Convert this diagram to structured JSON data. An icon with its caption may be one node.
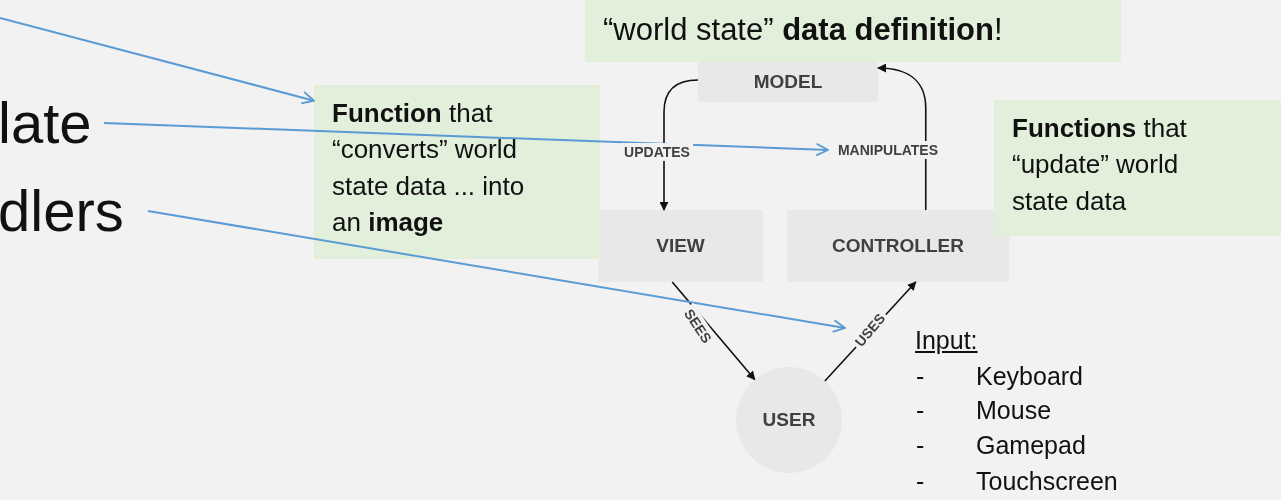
{
  "diagram": {
    "nodes": [
      {
        "text": [
          "“world state” **data definition**!"
        ]
      },
      {
        "text": [
          "MODEL"
        ]
      },
      {
        "text": [
          "VIEW"
        ]
      },
      {
        "text": [
          "CONTROLLER"
        ]
      },
      {
        "text": [
          "USER"
        ]
      },
      {
        "text": [
          "**Function** that “converts” world state data ... into an **image**"
        ]
      },
      {
        "text": [
          "**Functions** that “update” world state data"
        ]
      },
      {
        "text": [
          "late"
        ]
      },
      {
        "text": [
          "dlers"
        ]
      }
    ],
    "edges": [
      {
        "from": 1,
        "to": 2,
        "arrow": "to",
        "label": "UPDATES"
      },
      {
        "from": 3,
        "to": 1,
        "arrow": "to",
        "label": "MANIPULATES"
      },
      {
        "from": 2,
        "to": 4,
        "arrow": "to",
        "label": "SEES"
      },
      {
        "from": 4,
        "to": 3,
        "arrow": "to",
        "label": "USES"
      },
      {
        "from": null,
        "to": 5,
        "arrow": "to",
        "color": "#5b9bd5"
      },
      {
        "from": 7,
        "to": null,
        "arrow": "to",
        "color": "#5b9bd5"
      },
      {
        "from": 8,
        "to": null,
        "arrow": "to",
        "color": "#5b9bd5"
      }
    ],
    "labels": [
      "Input:",
      "-",
      "Keyboard",
      "-",
      "Mouse",
      "-",
      "Gamepad",
      "-",
      "Touchscreen"
    ]
  }
}
